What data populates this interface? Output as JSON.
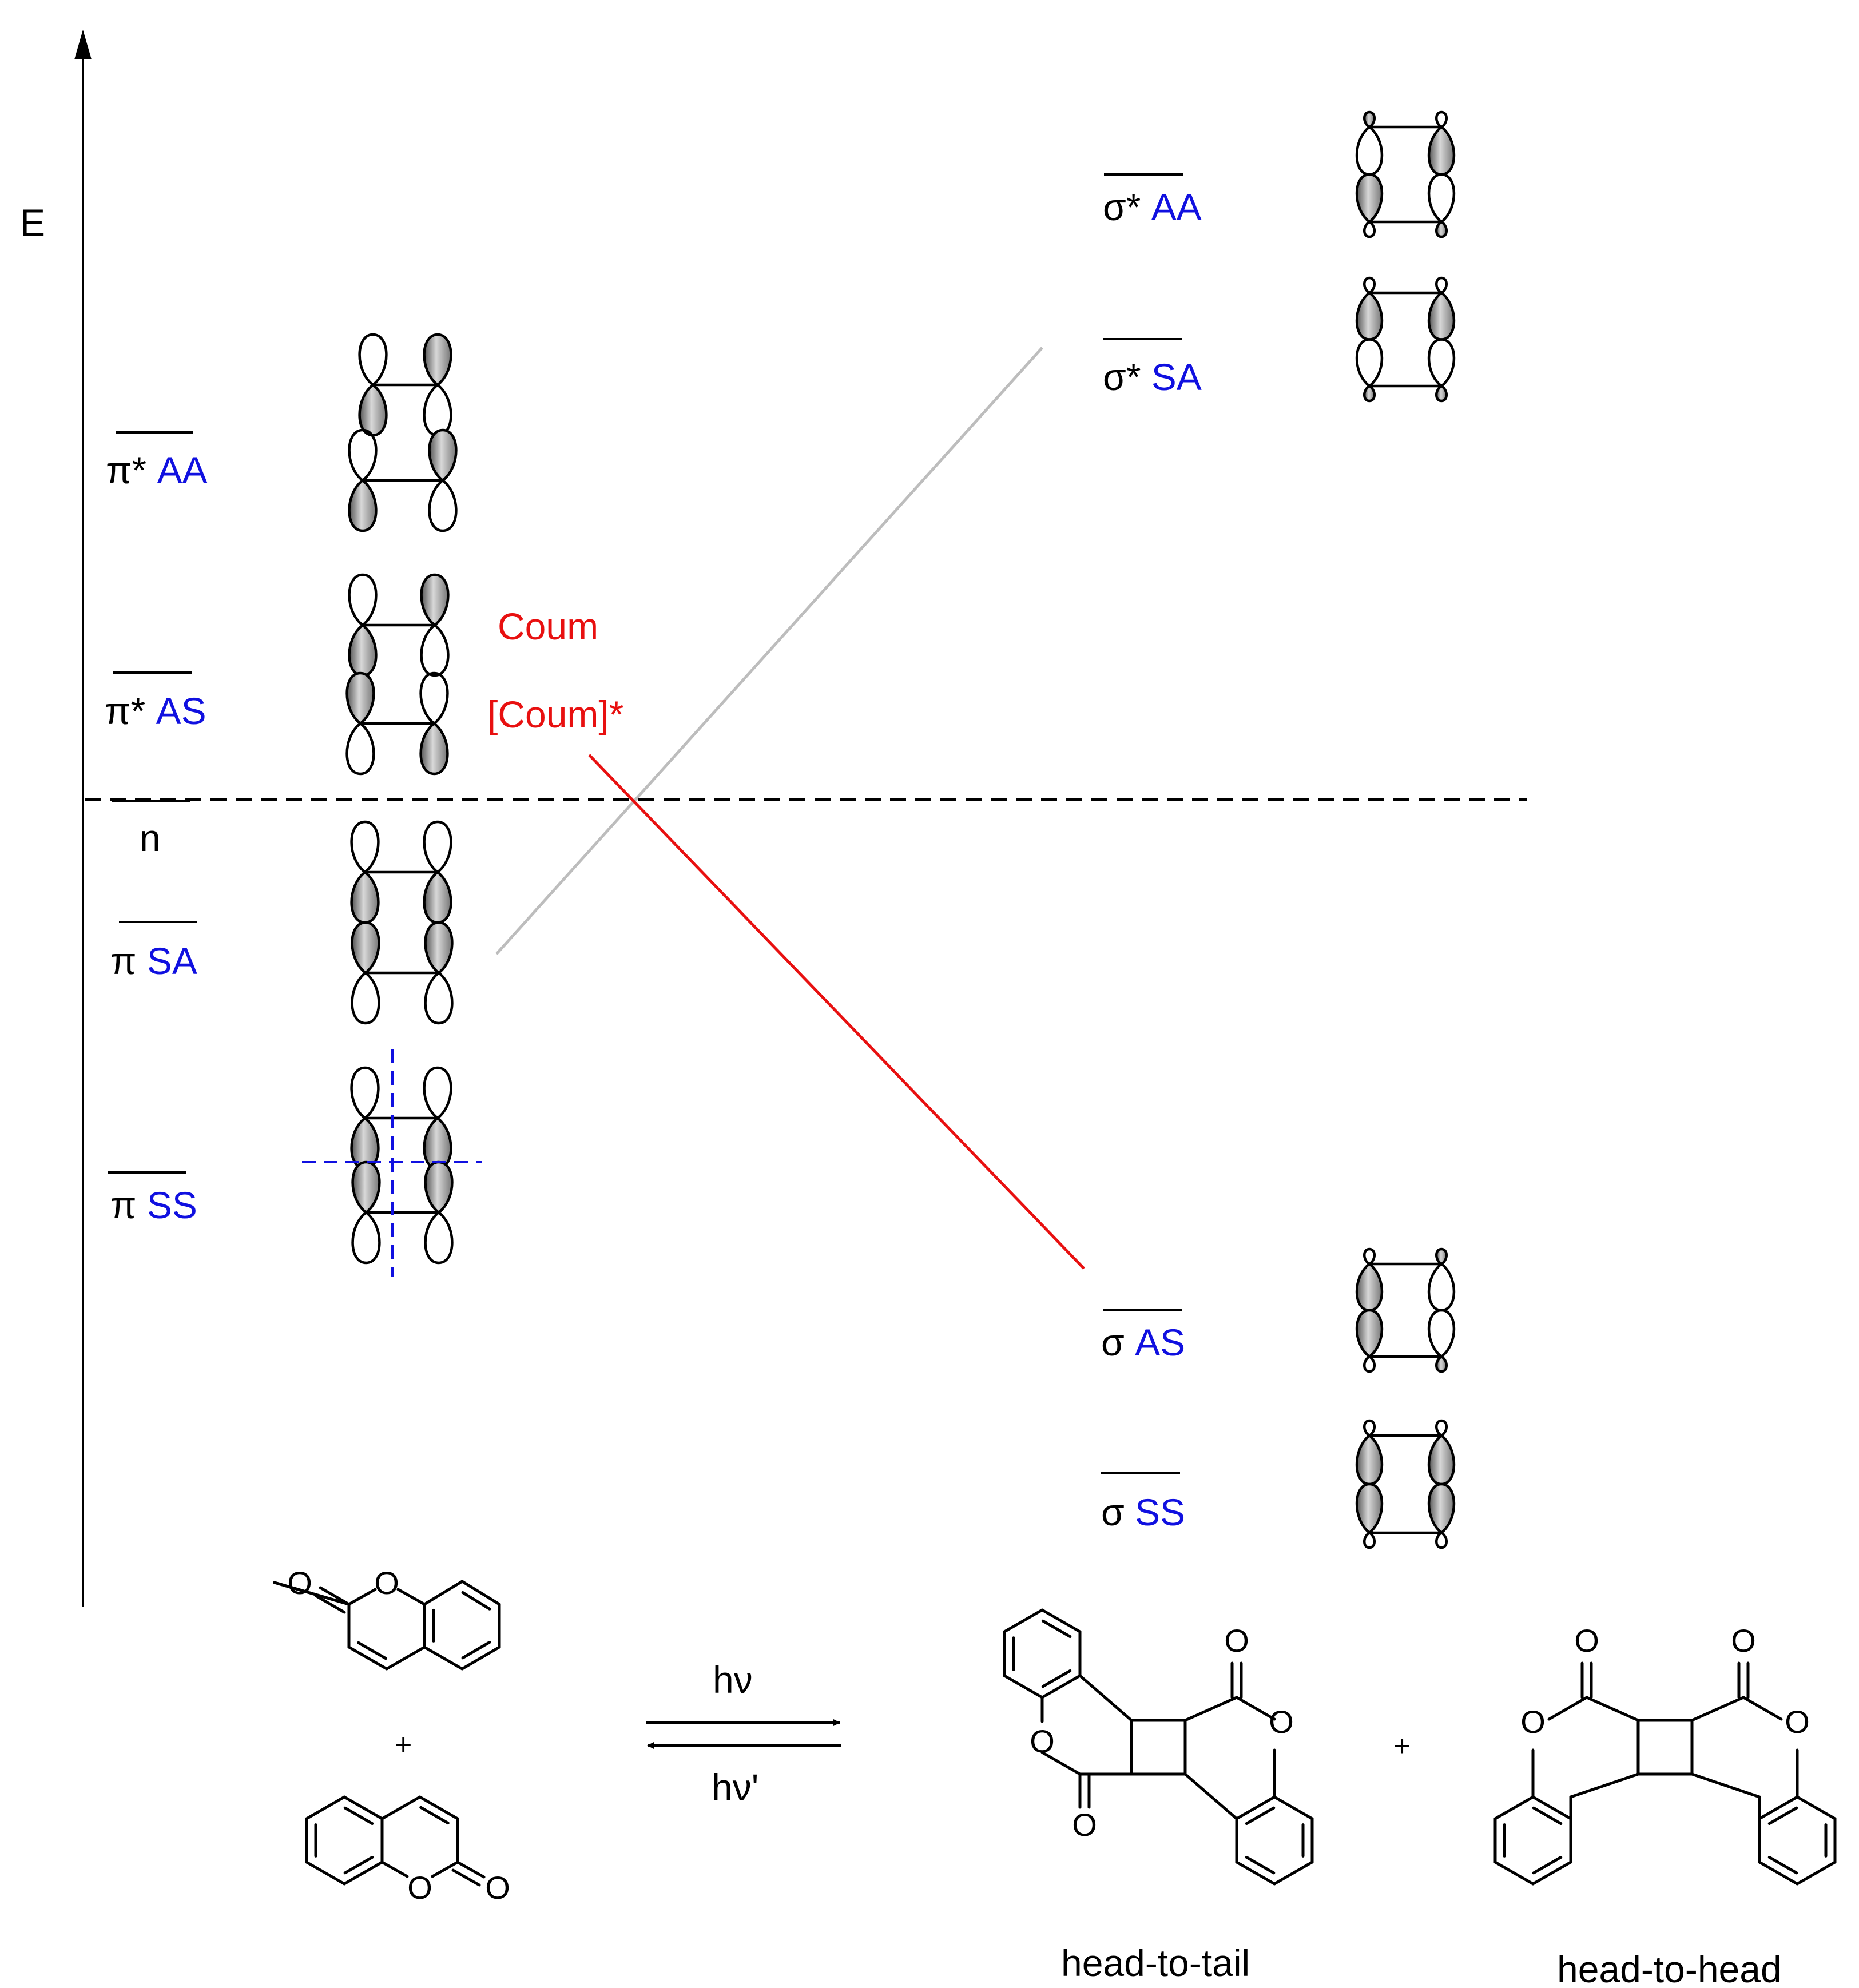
{
  "axis": {
    "label": "E"
  },
  "colors": {
    "ink": "#000000",
    "symmetry": "#1010e0",
    "coumarin": "#e81010",
    "correlation": "#bdbdbd",
    "lobe": "#9a9a9a"
  },
  "pi_levels": [
    {
      "greek": "π*",
      "sym": "AA"
    },
    {
      "greek": "π*",
      "sym": "AS"
    },
    {
      "greek": "",
      "sym": "n"
    },
    {
      "greek": "π",
      "sym": "SA"
    },
    {
      "greek": "π",
      "sym": "SS"
    }
  ],
  "sigma_levels": [
    {
      "greek": "σ*",
      "sym": "AA"
    },
    {
      "greek": "σ*",
      "sym": "SA"
    },
    {
      "greek": "σ",
      "sym": "AS"
    },
    {
      "greek": "σ",
      "sym": "SS"
    }
  ],
  "annotations": {
    "ground": "Coum",
    "excited": "[Coum]*"
  },
  "reaction": {
    "forward": "hν",
    "reverse": "hν'",
    "plus": "+",
    "products": [
      "head-to-tail",
      "head-to-head"
    ]
  },
  "atoms": {
    "O": "O"
  }
}
